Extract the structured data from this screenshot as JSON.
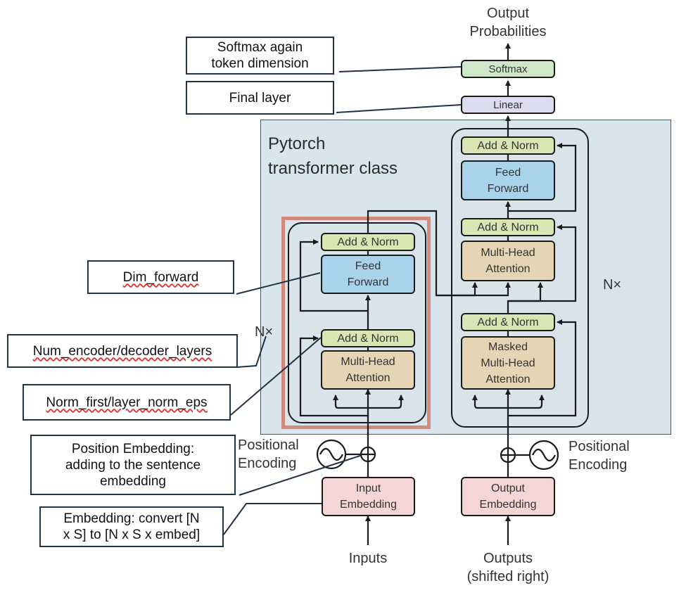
{
  "diagram": {
    "output_probabilities": "Output\nProbabilities",
    "softmax": "Softmax",
    "linear": "Linear",
    "pytorch_region_title": "Pytorch\ntransformer class",
    "encoder": {
      "add_norm_top": "Add & Norm",
      "feed_forward": "Feed\nForward",
      "add_norm_bottom": "Add & Norm",
      "multi_head_attention": "Multi-Head\nAttention",
      "nx": "N×"
    },
    "decoder": {
      "add_norm_top": "Add & Norm",
      "feed_forward": "Feed\nForward",
      "add_norm_middle": "Add & Norm",
      "multi_head_attention": "Multi-Head\nAttention",
      "add_norm_bottom": "Add & Norm",
      "masked_multi_head_attention": "Masked\nMulti-Head\nAttention",
      "nx": "N×"
    },
    "input_embedding": "Input\nEmbedding",
    "output_embedding": "Output\nEmbedding",
    "positional_encoding_left": "Positional\nEncoding",
    "positional_encoding_right": "Positional\nEncoding",
    "inputs": "Inputs",
    "outputs": "Outputs\n(shifted right)"
  },
  "annotations": {
    "softmax_note": "Softmax again\ntoken dimension",
    "final_layer_note": "Final layer",
    "dim_forward_note": "Dim_forward",
    "num_layers_note": "Num_encoder/decoder_layers",
    "norm_first_note": "Norm_first/layer_norm_eps",
    "position_embedding_note": "Position Embedding:\nadding to the sentence\nembedding",
    "embedding_note": "Embedding: convert [N\nx S] to [N x S x embed]"
  },
  "colors": {
    "add_norm": "#d9e6b4",
    "feed_forward": "#a9d3ea",
    "attention": "#e5d5b4",
    "embedding": "#f4d6d6",
    "linear": "#dcdcf0",
    "softmax": "#cfe8c9",
    "pytorch_region": "#d8e5ec",
    "encoder_highlight": "#d4897a"
  }
}
